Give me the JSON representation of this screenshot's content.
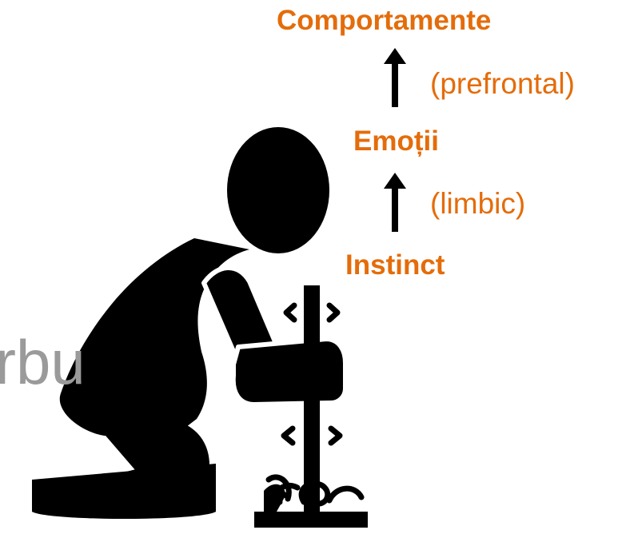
{
  "colors": {
    "accent": "#E46C0A",
    "figure": "#000000",
    "watermark": "#9A9A9A"
  },
  "hierarchy": {
    "top_label": "Comportamente",
    "upper_region": "(prefrontal)",
    "middle_label": "Emoții",
    "lower_region": "(limbic)",
    "bottom_label": "Instinct"
  },
  "watermark_text": "rbu",
  "icons": {
    "figure": "kneeling-person-drilling-fire-icon",
    "arrow": "up-arrow-icon"
  }
}
